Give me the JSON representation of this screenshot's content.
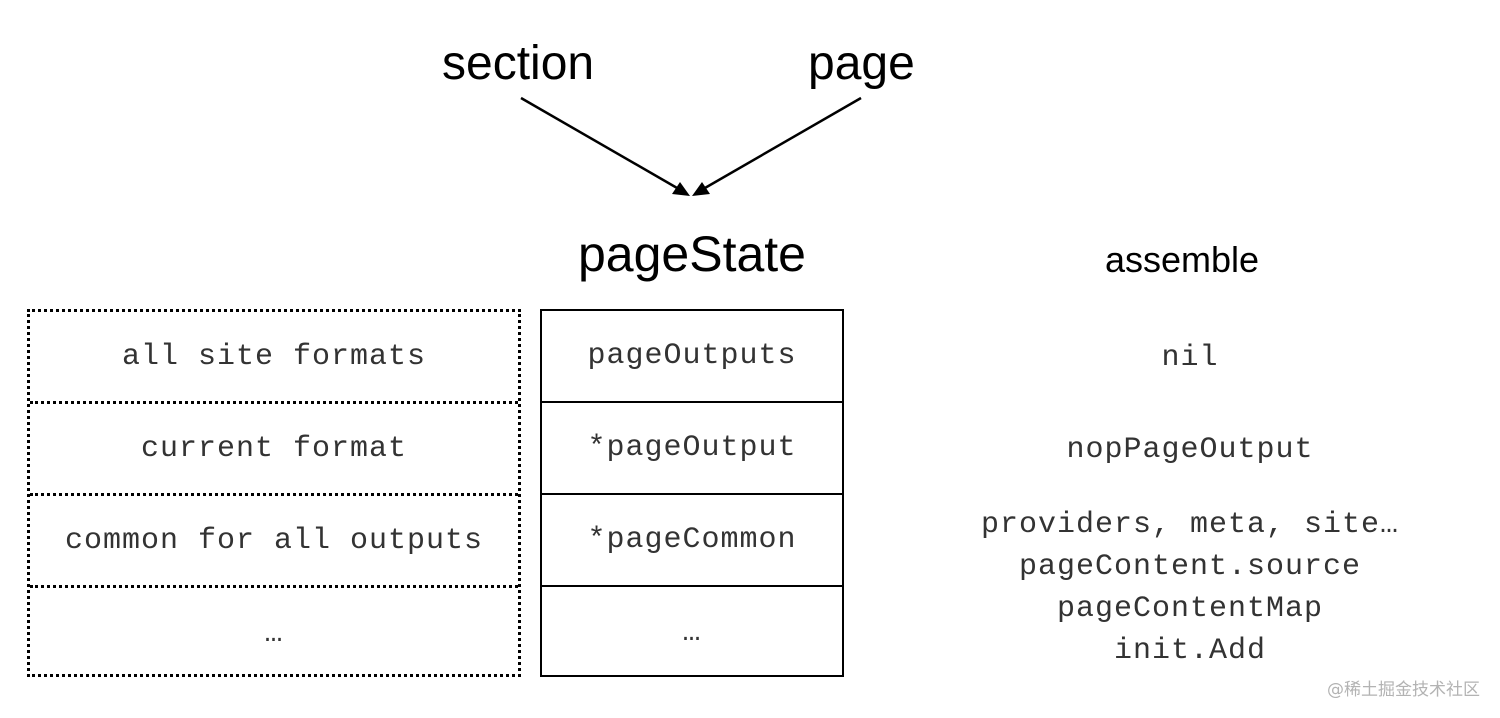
{
  "top_labels": {
    "section": "section",
    "page": "page"
  },
  "center_title": "pageState",
  "right_title": "assemble",
  "left_table": {
    "rows": [
      "all site formats",
      "current format",
      "common for all outputs",
      "…"
    ]
  },
  "center_table": {
    "rows": [
      "pageOutputs",
      "*pageOutput",
      "*pageCommon",
      "…"
    ]
  },
  "right_column": {
    "items": [
      "nil",
      "nopPageOutput"
    ],
    "list": [
      "providers, meta, site…",
      "pageContent.source",
      "pageContentMap",
      "init.Add"
    ]
  },
  "watermark": "@稀土掘金技术社区"
}
